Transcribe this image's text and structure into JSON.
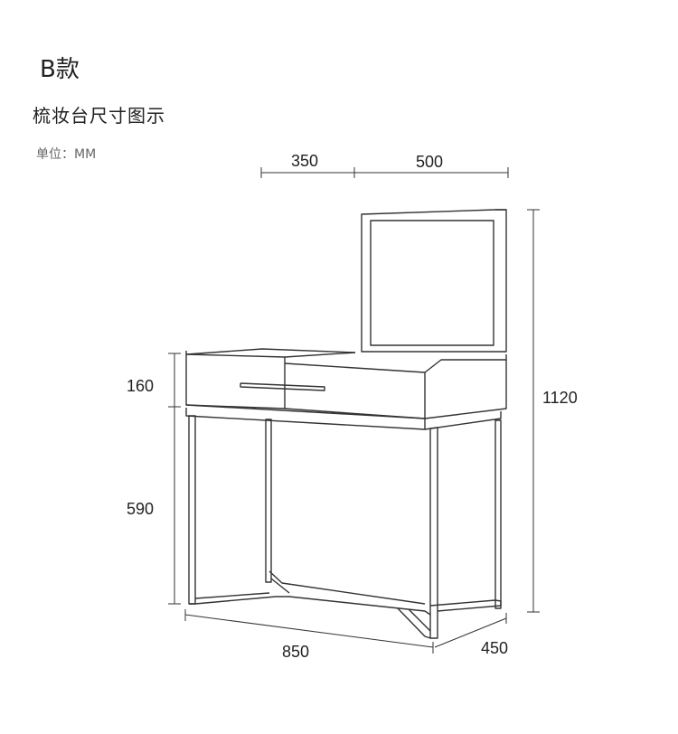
{
  "header": {
    "title": "B款",
    "subtitle": "梳妆台尺寸图示",
    "unit_label": "单位：MM"
  },
  "dimensions": {
    "top_left": "350",
    "top_right": "500",
    "drawer_height": "160",
    "leg_height": "590",
    "total_height": "1120",
    "width": "850",
    "depth": "450"
  },
  "colors": {
    "line": "#333333",
    "text": "#222222"
  }
}
